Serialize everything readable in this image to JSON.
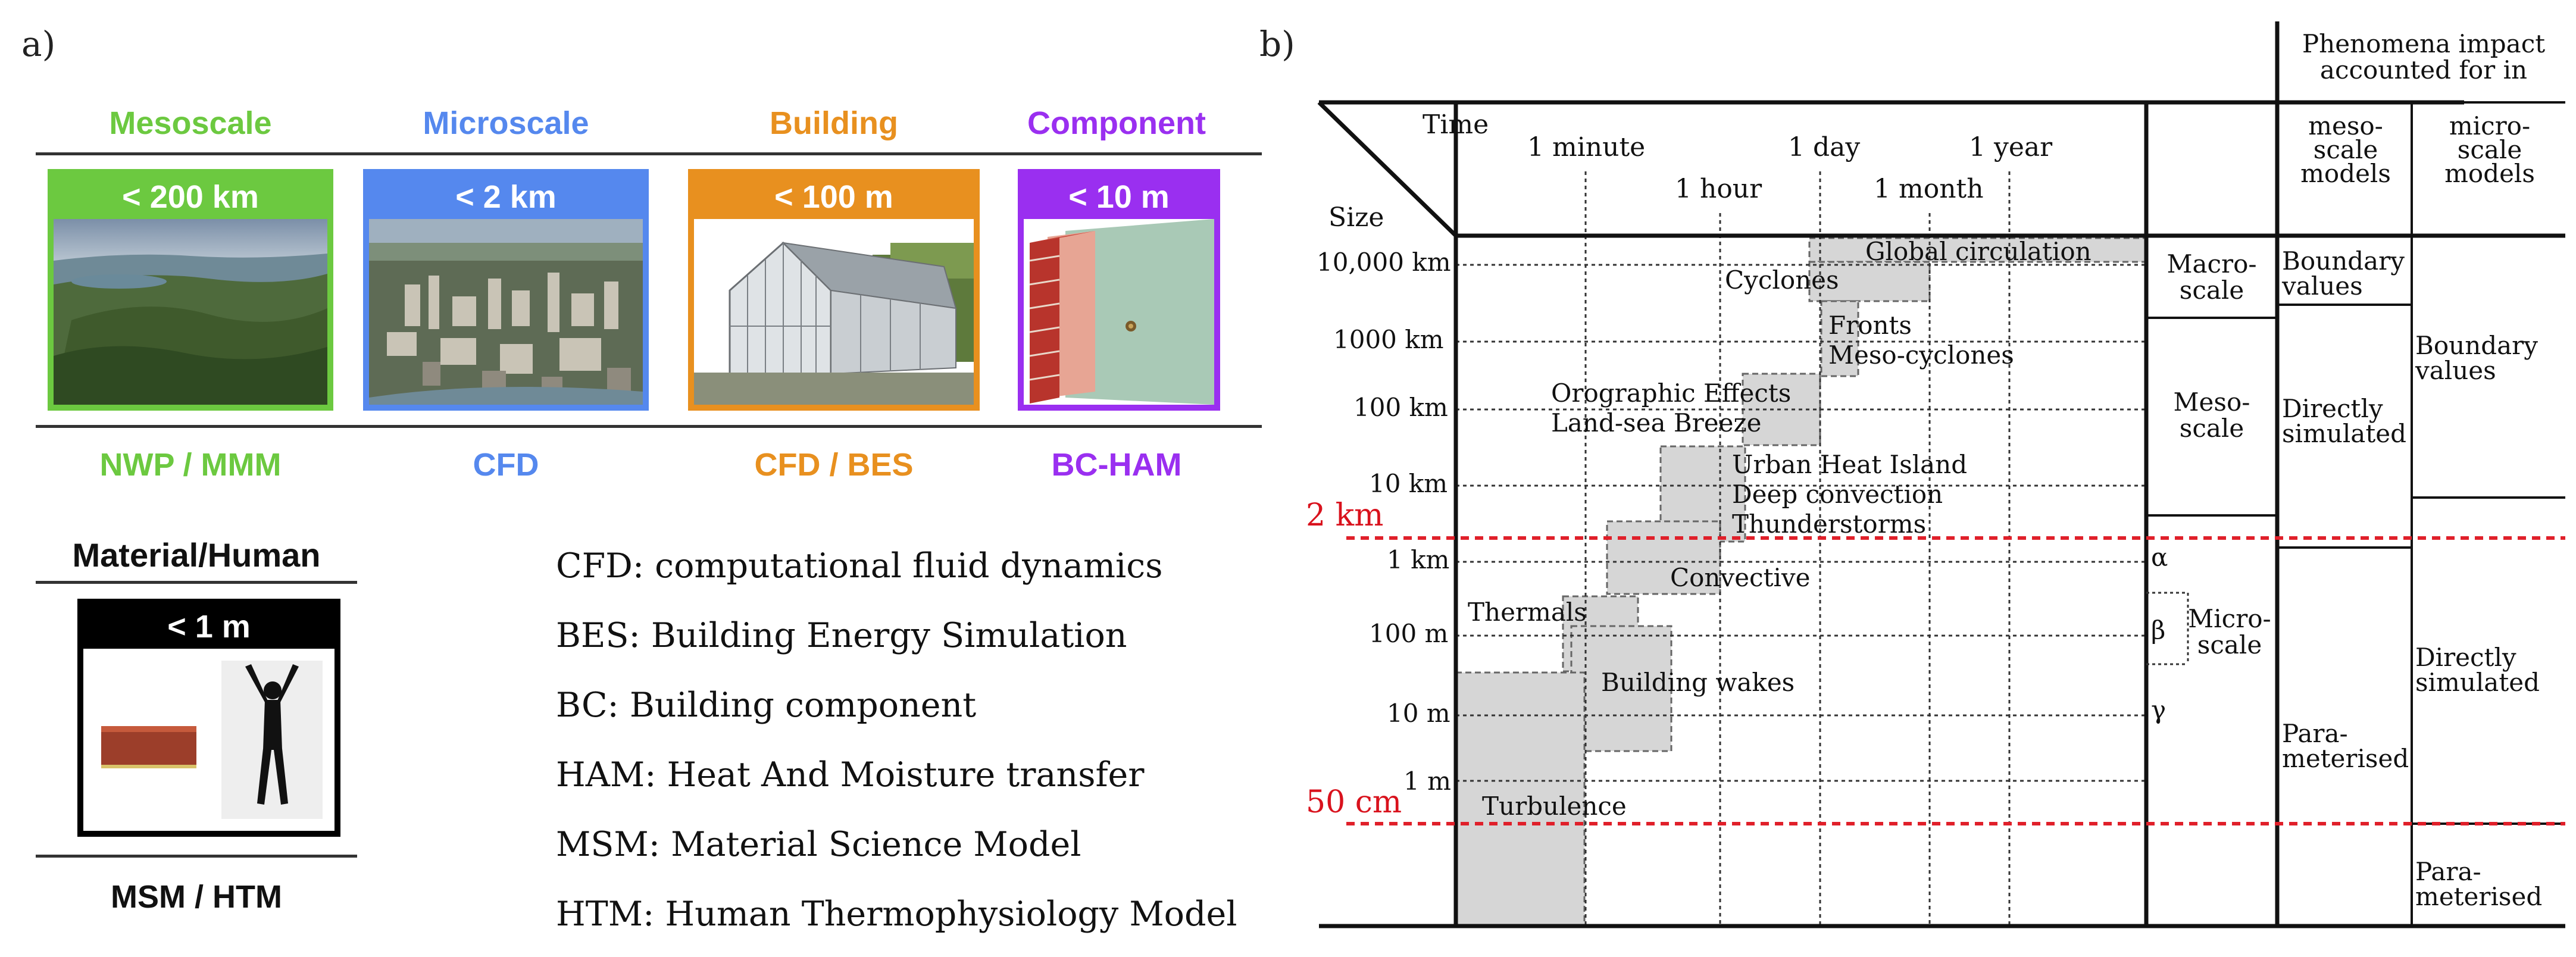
{
  "panel_a": {
    "label": "a)",
    "scales": [
      {
        "title": "Mesoscale",
        "size": "< 200 km",
        "method": "NWP / MMM",
        "color": "#6cc940",
        "photo": "aerial-landscape"
      },
      {
        "title": "Microscale",
        "size": "< 2 km",
        "method": "CFD",
        "color": "#5588ee",
        "photo": "aerial-city"
      },
      {
        "title": "Building",
        "size": "< 100 m",
        "method": "CFD / BES",
        "color": "#e8901f",
        "photo": "glass-building"
      },
      {
        "title": "Component",
        "size": "< 10 m",
        "method": "BC-HAM",
        "color": "#9a2ff0",
        "photo": "brick-wall"
      }
    ],
    "material_human": {
      "title": "Material/Human",
      "size": "< 1 m",
      "method": "MSM / HTM",
      "color": "#000000",
      "photo": "brick-and-person"
    },
    "abbreviations": [
      "CFD: computational fluid dynamics",
      "BES: Building Energy Simulation",
      "BC: Building component",
      "HAM: Heat And Moisture transfer",
      "MSM: Material Science Model",
      "HTM: Human Thermophysiology Model"
    ]
  },
  "panel_b": {
    "label": "b)",
    "corner": {
      "time": "Time",
      "size": "Size"
    },
    "time_labels": [
      "1 minute",
      "1 hour",
      "1 day",
      "1 month",
      "1 year"
    ],
    "size_labels": [
      "10,000 km",
      "1000 km",
      "100 km",
      "10 km",
      "1 km",
      "100 m",
      "10 m",
      "1 m"
    ],
    "thresholds": [
      "2 km",
      "50 cm"
    ],
    "phenomena": [
      "Global circulation",
      "Cyclones",
      "Fronts",
      "Meso-cyclones",
      "Orographic Effects",
      "Land-sea Breeze",
      "Urban Heat Island",
      "Deep convection",
      "Thunderstorms",
      "Convective",
      "Thermals",
      "Building wakes",
      "Turbulence"
    ],
    "scale_column": {
      "macro": "Macro-\nscale",
      "meso": "Meso-\nscale",
      "micro": "Micro-\nscale",
      "alpha": "α",
      "beta": "β",
      "gamma": "γ"
    },
    "impact": {
      "header": "Phenomena impact\naccounted for in",
      "meso_models": "meso-\nscale\nmodels",
      "micro_models": "micro-\nscale\nmodels",
      "meso_col": [
        "Boundary\nvalues",
        "Directly\nsimulated",
        "Para-\nmeterised"
      ],
      "micro_col": [
        "Boundary\nvalues",
        "Directly\nsimulated",
        "Para-\nmeterised"
      ]
    }
  }
}
